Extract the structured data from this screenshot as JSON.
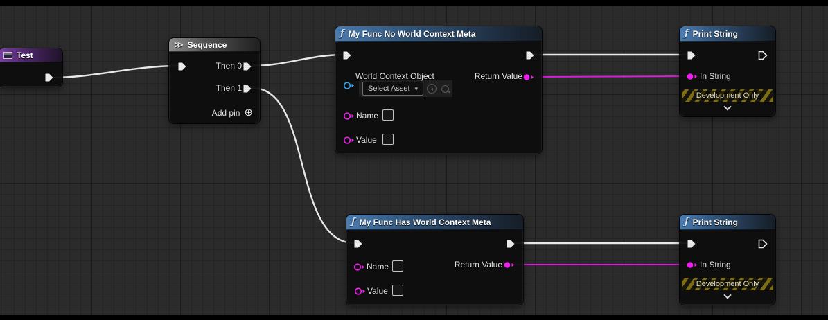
{
  "icons": {
    "function": "ƒ",
    "sequence": "≫",
    "add_pin": "⊕",
    "select_chevron": "▾",
    "browse_arrow": "◂"
  },
  "colors": {
    "exec_wire": "#e9e9e9",
    "string_wire": "#dc1adc",
    "string_pin": "#ee1fee",
    "object_pin": "#35a5f2"
  },
  "nodes": {
    "test": {
      "title": "Test"
    },
    "sequence": {
      "title": "Sequence",
      "then0": "Then 0",
      "then1": "Then 1",
      "add_pin": "Add pin"
    },
    "func_no_wcm": {
      "title": "My Func No World Context Meta",
      "world_context": "World Context Object",
      "select_asset": "Select Asset",
      "name": "Name",
      "value": "Value",
      "return_value": "Return Value",
      "name_input_value": "",
      "value_input_value": ""
    },
    "func_has_wcm": {
      "title": "My Func Has World Context Meta",
      "name": "Name",
      "value": "Value",
      "return_value": "Return Value",
      "name_input_value": "",
      "value_input_value": ""
    },
    "print_top": {
      "title": "Print String",
      "in_string": "In String",
      "dev_only": "Development Only"
    },
    "print_bottom": {
      "title": "Print String",
      "in_string": "In String",
      "dev_only": "Development Only"
    }
  }
}
